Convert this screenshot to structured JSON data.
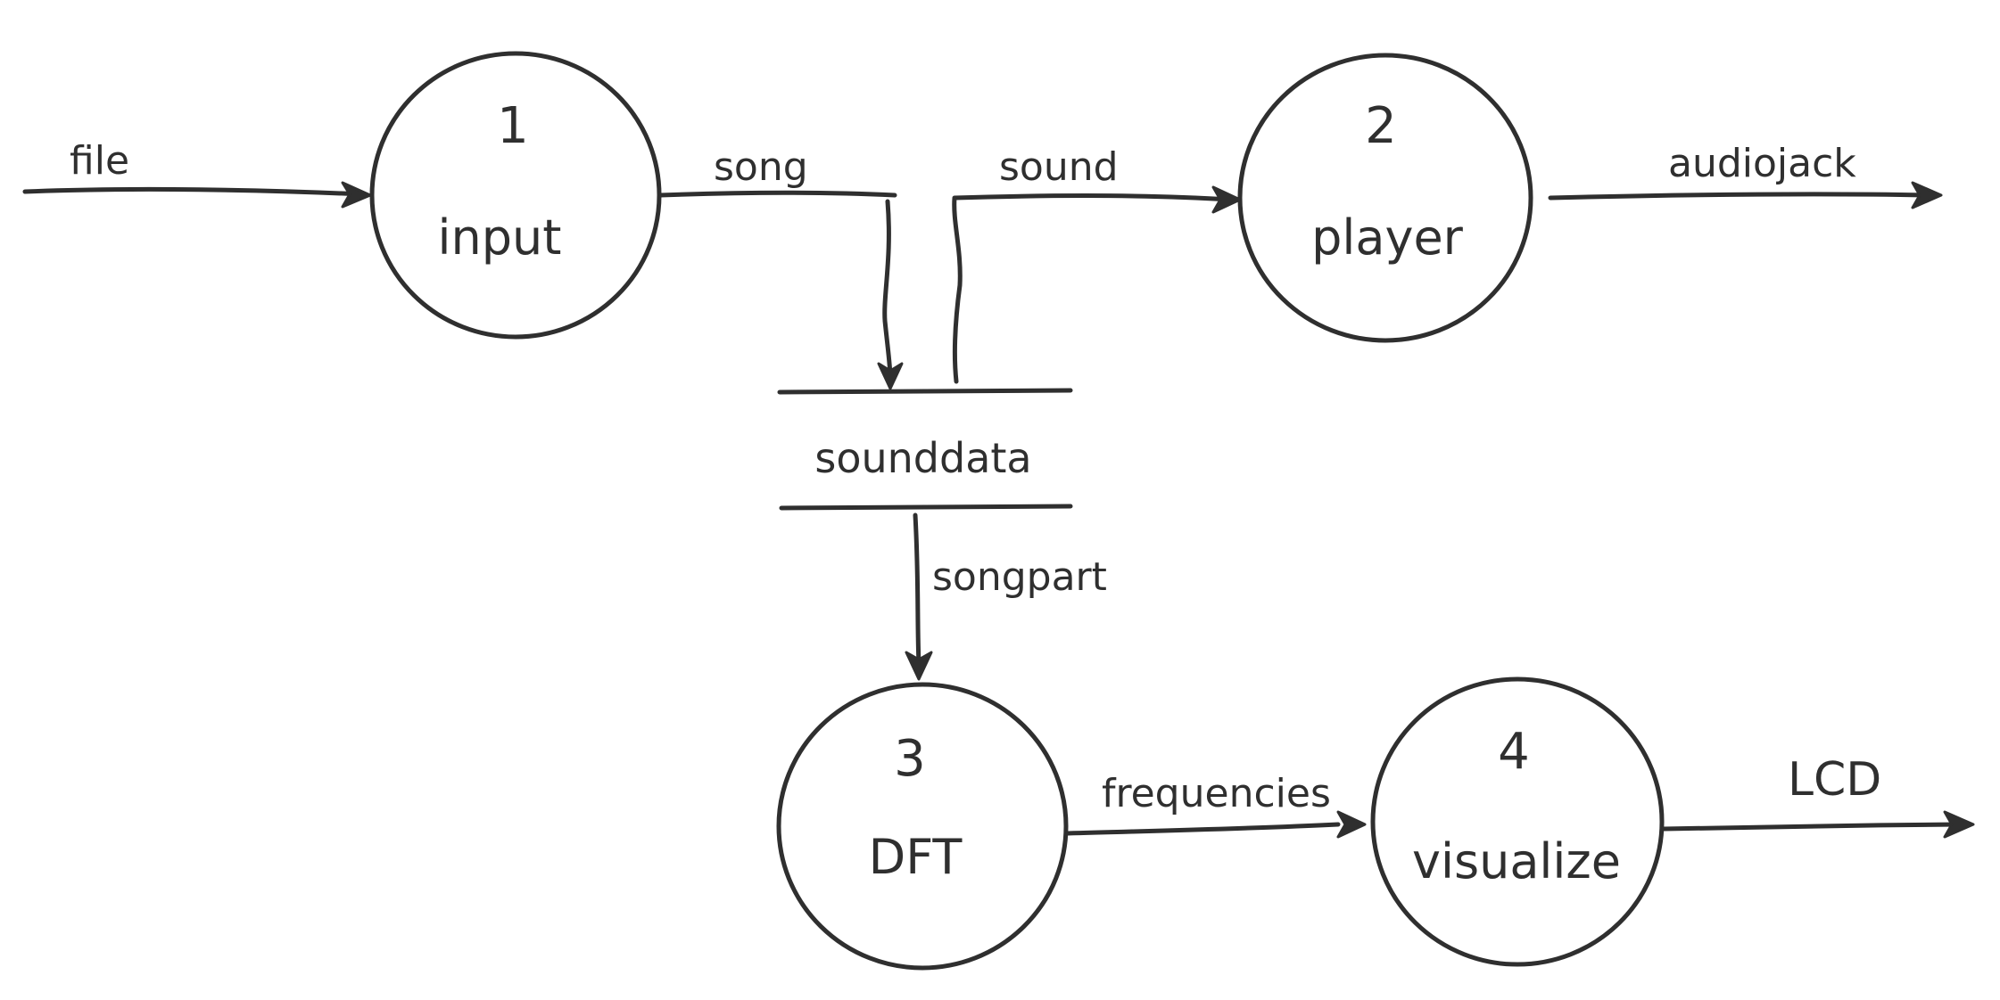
{
  "processes": [
    {
      "id": "p1",
      "number": "1",
      "name": "input"
    },
    {
      "id": "p2",
      "number": "2",
      "name": "player"
    },
    {
      "id": "p3",
      "number": "3",
      "name": "DFT"
    },
    {
      "id": "p4",
      "number": "4",
      "name": "visualize"
    }
  ],
  "data_store": {
    "name": "sounddata"
  },
  "flows": {
    "file": "file",
    "song": "song",
    "sound": "sound",
    "audiojack": "audiojack",
    "songpart": "songpart",
    "frequencies": "frequencies",
    "lcd": "LCD"
  },
  "colors": {
    "ink": "#2f2f2f",
    "background": "#ffffff"
  }
}
